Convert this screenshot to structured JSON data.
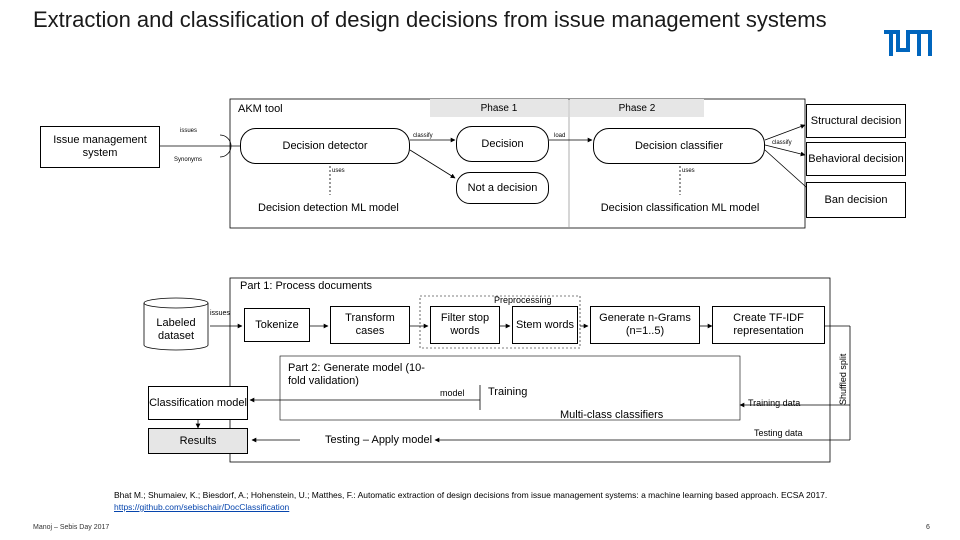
{
  "header": {
    "title": "Extraction and classification of design decisions from issue management systems",
    "logo_text": "TUM"
  },
  "top": {
    "akm_tool": "AKM tool",
    "phase1": "Phase 1",
    "phase2": "Phase 2",
    "issue_mgmt": "Issue management system",
    "issues_label": "issues",
    "synonyms_label": "Synonyms",
    "decision_detector": "Decision detector",
    "classify1": "classify",
    "decision": "Decision",
    "load": "load",
    "decision_classifier": "Decision classifier",
    "classify2": "classify",
    "uses1": "uses",
    "uses2": "uses",
    "not_a_decision": "Not a decision",
    "detection_model": "Decision detection ML model",
    "classification_model": "Decision classification ML model",
    "structural": "Structural decision",
    "behavioral": "Behavioral decision",
    "ban": "Ban decision"
  },
  "bottom": {
    "part1": "Part 1: Process documents",
    "preprocessing": "Preprocessing",
    "labeled_dataset": "Labeled dataset",
    "issues": "issues",
    "tokenize": "Tokenize",
    "transform": "Transform cases",
    "filter_stop": "Filter stop words",
    "stem": "Stem words",
    "ngrams": "Generate n-Grams (n=1..5)",
    "tfidf": "Create TF-IDF representation",
    "shuffled": "Shuffled split",
    "part2": "Part 2: Generate model (10-fold validation)",
    "classification_model": "Classification model",
    "model": "model",
    "training": "Training",
    "training_data": "Training data",
    "multiclass": "Multi-class classifiers",
    "results": "Results",
    "testing": "Testing – Apply model",
    "testing_data": "Testing data"
  },
  "citation": "Bhat M.; Shumaiev, K.; Biesdorf, A.; Hohenstein, U.; Matthes, F.: Automatic extraction of design decisions from issue management systems: a machine learning based approach. ECSA 2017.",
  "link": "https://github.com/sebischair/DocClassification",
  "footer": "Manoj – Sebis Day 2017",
  "page_number": "6"
}
